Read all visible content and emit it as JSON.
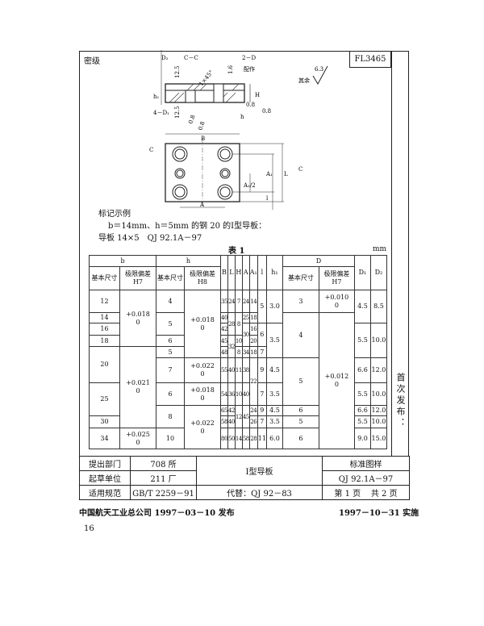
{
  "header": {
    "security_label": "密级",
    "code": "FL3465"
  },
  "drawing": {
    "labels": {
      "D2": "D₂",
      "section": "C－C",
      "two_D": "2－D",
      "fit": "配作",
      "h1": "h₁",
      "four_D1": "4－D₁",
      "chamfer": "1×45°",
      "H": "H",
      "h": "h",
      "B": "B",
      "A": "A",
      "L": "L",
      "l": "l",
      "A1": "A₁",
      "A1_half": "A₁/2",
      "C": "C",
      "r125a": "12.5",
      "r125b": "12.5",
      "r16": "1.6",
      "r08a": "0.8",
      "r08b": "0.8",
      "r08c": "0.8",
      "r08d": "0.8",
      "rest": "其余",
      "rest_value": "6.3"
    }
  },
  "marking": {
    "title": "标记示例",
    "line1": "b＝14mm、h＝5mm 的钢 20 的Ⅰ型导板：",
    "line2": "导板 14×5　QJ 92.1A－97"
  },
  "table": {
    "caption": "表 1",
    "unit": "mm",
    "headers": {
      "b": "b",
      "h": "h",
      "D": "D",
      "basic": "基本尺寸",
      "tol": "极限偏差",
      "H7": "H7",
      "H8": "H8",
      "B": "B",
      "L": "L",
      "Hc": "H",
      "A": "A",
      "A1": "A₁",
      "l": "l",
      "h1": "h₁",
      "D1": "D₁",
      "D2": "D₂"
    },
    "columns": {
      "b": [
        "12",
        "14",
        "16",
        "18",
        "20",
        "25",
        "30",
        "34"
      ],
      "b_tol": [
        "+0.018\n0",
        "+0.021\n0",
        "+0.025\n0"
      ],
      "h": [
        "4",
        "5",
        "6",
        "5",
        "7",
        "6",
        "8",
        "10"
      ],
      "h_tol": [
        "+0.018\n0",
        "+0.022\n0",
        "+0.018\n0",
        "+0.022\n0"
      ],
      "B": [
        "35",
        "40",
        "42",
        "45",
        "48",
        "55",
        "54",
        "65",
        "58",
        "80"
      ],
      "L": [
        "24",
        "28",
        "32",
        "40",
        "36",
        "42",
        "40",
        "50"
      ],
      "H": [
        "7",
        "8",
        "10",
        "8",
        "11",
        "10",
        "12",
        "14"
      ],
      "A": [
        "24",
        "25",
        "30",
        "34",
        "38",
        "40",
        "45",
        "58"
      ],
      "A1": [
        "14",
        "18",
        "16",
        "20",
        "18",
        "22",
        "24",
        "26",
        "28"
      ],
      "l": [
        "5",
        "6",
        "7",
        "9",
        "7",
        "9",
        "7",
        "11"
      ],
      "h1": [
        "3.0",
        "3.5",
        "4.5",
        "3.5",
        "4.5",
        "3.5",
        "6.0"
      ],
      "D": [
        "3",
        "4",
        "5",
        "6",
        "5",
        "6"
      ],
      "D_tol": [
        "+0.010\n0",
        "+0.012\n0"
      ],
      "D1": [
        "4.5",
        "5.5",
        "6.6",
        "5.5",
        "6.6",
        "5.5",
        "9.0"
      ],
      "D2": [
        "8.5",
        "10.0",
        "12.0",
        "10.0",
        "12.0",
        "10.0",
        "15.0"
      ]
    }
  },
  "side_note": "首次发布：",
  "title_block": {
    "proposer_label": "提出部门",
    "proposer": "708 所",
    "drafter_label": "起草单位",
    "drafter": "211 厂",
    "spec_label": "适用规范",
    "spec": "GB/T 2259－91",
    "name": "Ⅰ型导板",
    "replaces": "代替：QJ 92－83",
    "category": "标准图样",
    "number": "QJ 92.1A－97",
    "page": "第 1 页",
    "total": "共 2 页"
  },
  "footer": {
    "issued": "中国航天工业总公司 1997－03－10 发布",
    "effective": "1997－10－31 实施",
    "page_number": "16"
  }
}
